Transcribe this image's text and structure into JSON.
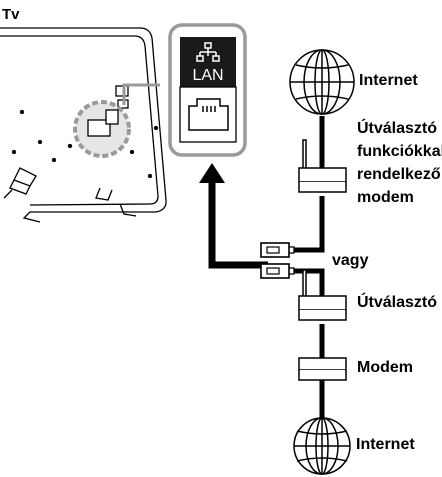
{
  "labels": {
    "tv": "Tv",
    "lan": "LAN",
    "internet_top": "Internet",
    "router_modem": [
      "Útválasztó",
      "funkciókkal",
      "rendelkező",
      "modem"
    ],
    "or": "vagy",
    "router": "Útválasztó",
    "modem": "Modem",
    "internet_bottom": "Internet"
  },
  "icons": {
    "network": "network-icon",
    "ethernet_port": "ethernet-port-icon",
    "globe": "globe-icon",
    "router": "router-icon",
    "modem": "modem-icon",
    "connector": "lan-plug-icon"
  },
  "colors": {
    "ink": "#000000",
    "panel_dark": "#1a1a1a",
    "zoom_ring": "#9a9a9a",
    "highlight_fill": "#e6e6e6"
  }
}
